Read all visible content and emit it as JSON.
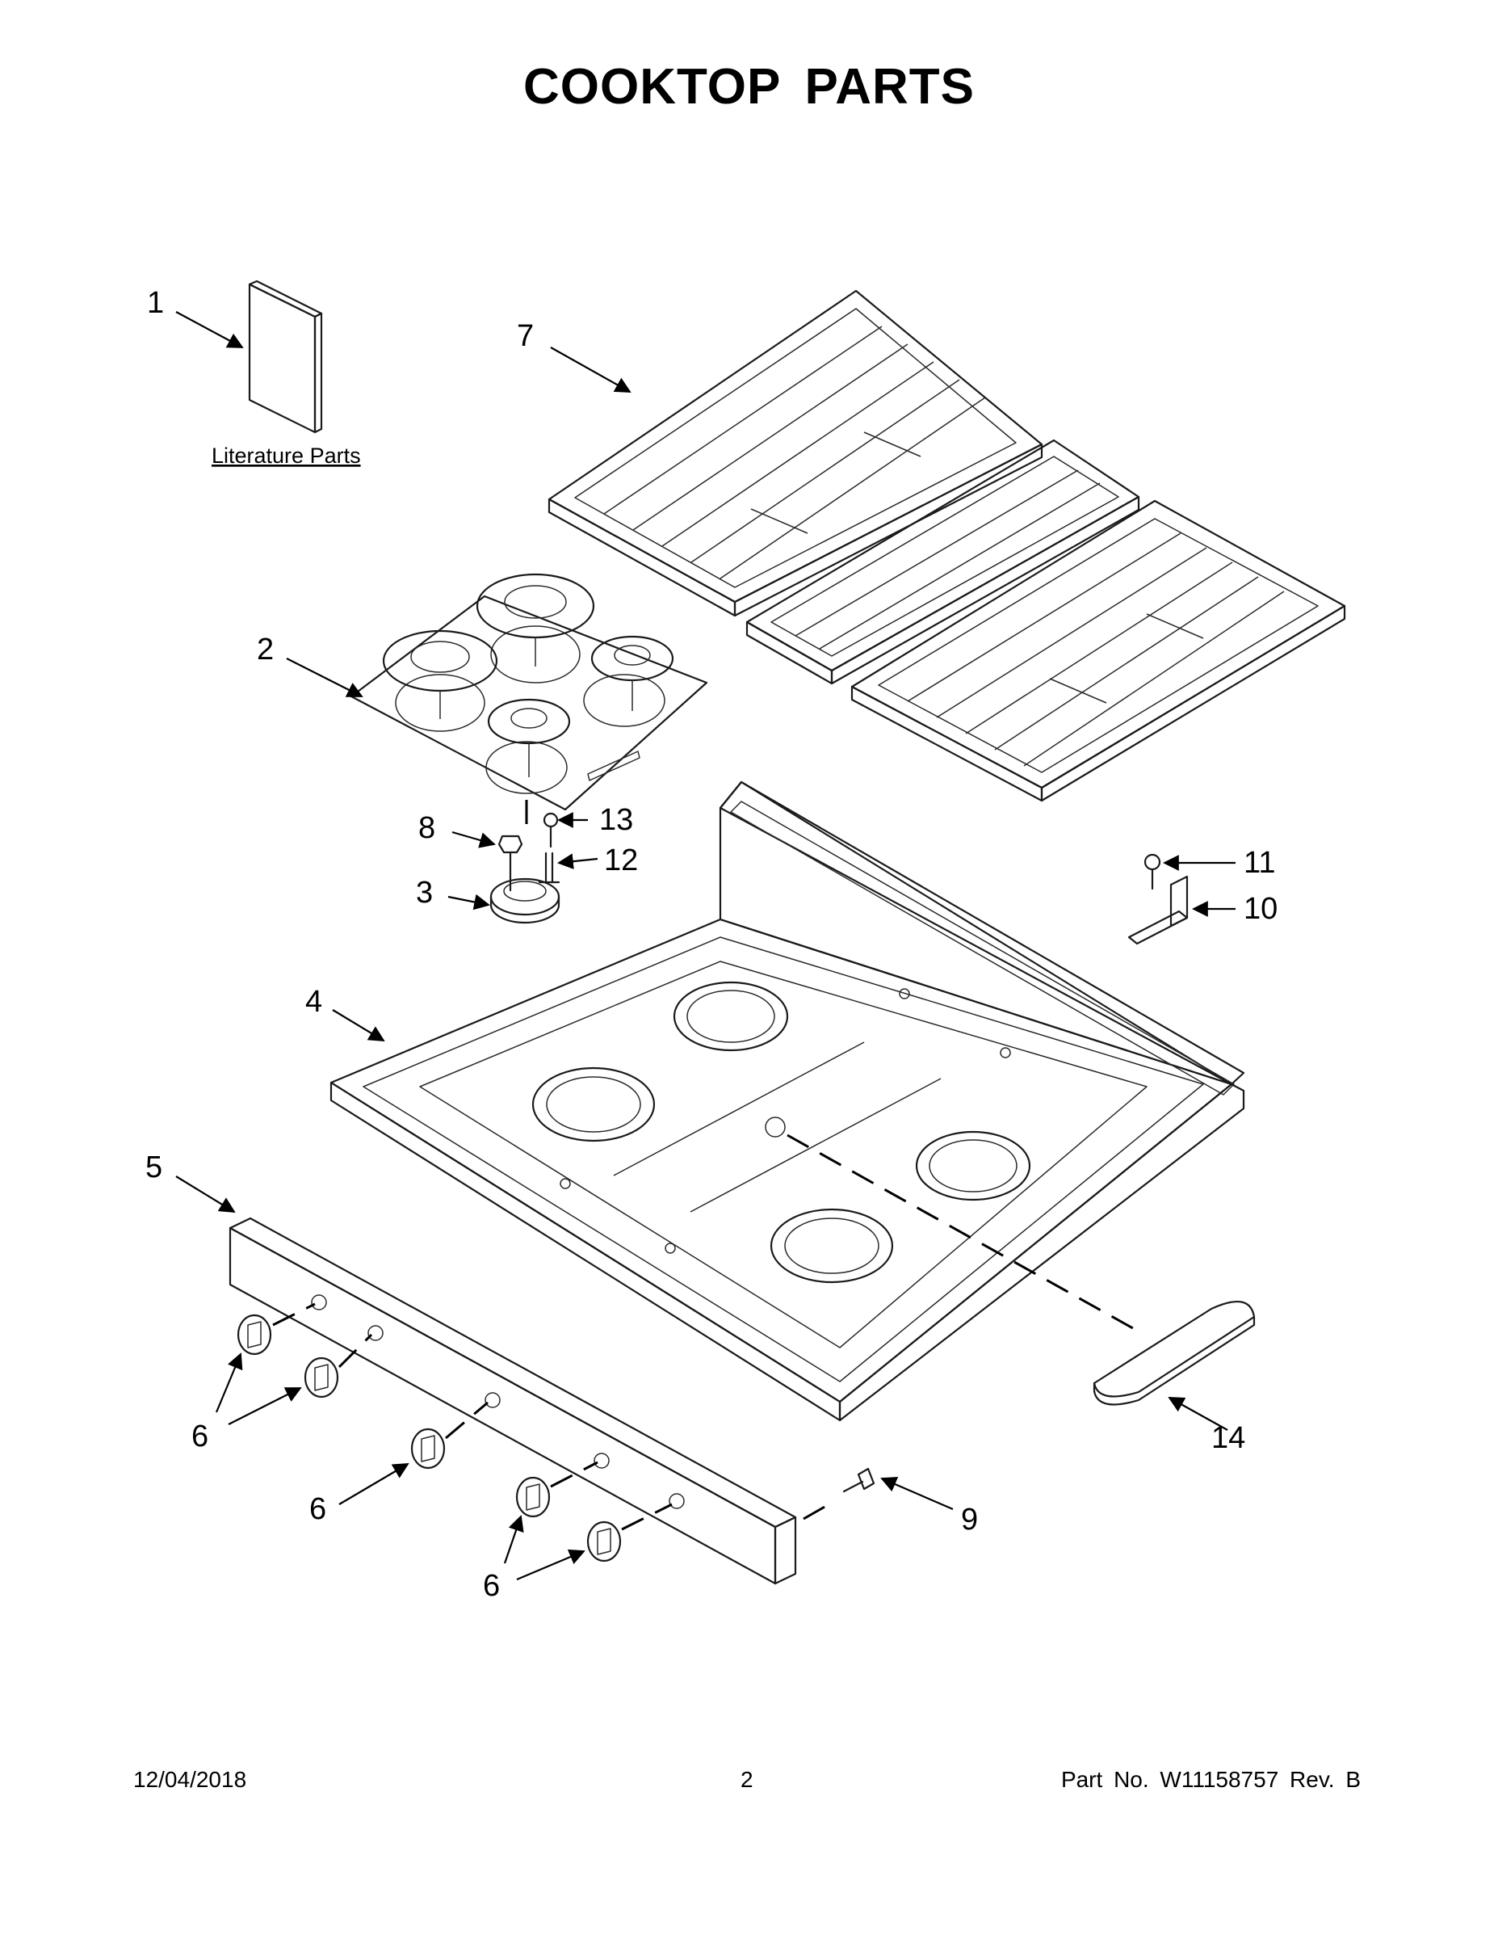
{
  "title": "COOKTOP PARTS",
  "literature_label": "Literature Parts",
  "callouts": {
    "c1": "1",
    "c2": "2",
    "c3": "3",
    "c4": "4",
    "c5": "5",
    "c6a": "6",
    "c6b": "6",
    "c6c": "6",
    "c7": "7",
    "c8": "8",
    "c9": "9",
    "c10": "10",
    "c11": "11",
    "c12": "12",
    "c13": "13",
    "c14": "14"
  },
  "footer": {
    "date": "12/04/2018",
    "page": "2",
    "part": "Part No.  W11158757  Rev.  B"
  }
}
